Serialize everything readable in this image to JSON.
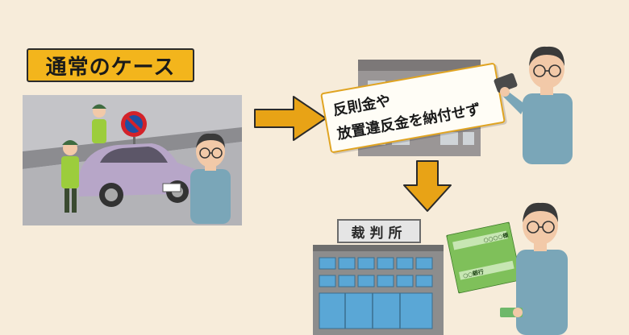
{
  "title": {
    "label": "通常のケース",
    "bg_color": "#f3b51c"
  },
  "sign": {
    "line1": "反則金や",
    "line2": "放置違反金を納付せず",
    "border_color": "#e0a422"
  },
  "court": {
    "label": "裁判所"
  },
  "bankbook": {
    "line1": "○○○○様",
    "line2": "○○銀行",
    "color": "#7fc05a"
  },
  "arrows": {
    "color": "#e8a316"
  },
  "scene": {
    "parking_sign": "no-parking-sign",
    "background": "#c9c9cc"
  }
}
